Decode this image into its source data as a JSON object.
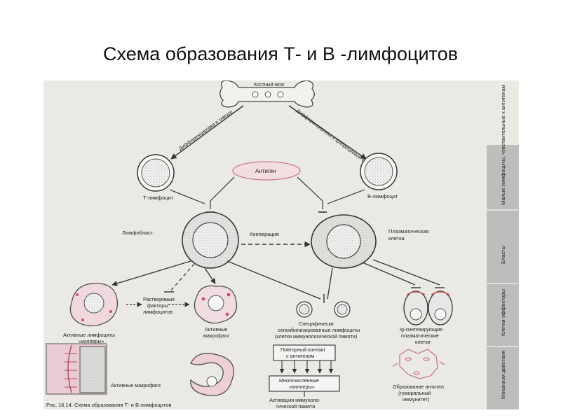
{
  "title": "Схема образования Т- и В -лимфоцитов",
  "diagram": {
    "bone_marrow": "Костный мозг",
    "diff_thymus": "Дифференцировка в тимусе",
    "diff_bursa": "Дифференцировка в фабрициевой сумке",
    "antigen": "Антиген",
    "t_lymphocyte": "Т-лимфоцит",
    "b_lymphocyte": "В-лимфоцит",
    "lymphoblast": "Лимфобласт",
    "cooperation": "Кооперация",
    "plasma_cell": [
      "Плазматическая",
      "клетка"
    ],
    "soluble_factors": [
      "Растворимые",
      "факторы",
      "лимфоцитов"
    ],
    "active_lymphocytes": [
      "Активные лимфоциты",
      "«киллеры»"
    ],
    "active_macrophages_1": [
      "Активные",
      "макрофаги"
    ],
    "sensitized": [
      "Специфически",
      "сенсибилизированные лимфоциты",
      "(клетки иммунологической памяти)"
    ],
    "ig_cells": [
      "Ig-синтезирующие",
      "плазматические",
      "клетки"
    ],
    "repeat_contact": [
      "Повторный контакт",
      "с антигеном"
    ],
    "many_killers": [
      "Многочисленные",
      "«киллеры»"
    ],
    "active_macrophages_2": "Активные макрофаги",
    "memory_activation": [
      "Активация иммуноло-",
      "гической памяти"
    ],
    "antibody_formation": [
      "Образование антител",
      "(гуморальный",
      "иммунитет)"
    ],
    "caption": "Рис. 16.14. Схема образования Т- и В-лимфоцитов"
  },
  "side_panel": [
    "Малые лимфоциты, чувствительные к антигенам",
    "Бласты",
    "Клетки-эффекторы",
    "Механизм действия"
  ]
}
